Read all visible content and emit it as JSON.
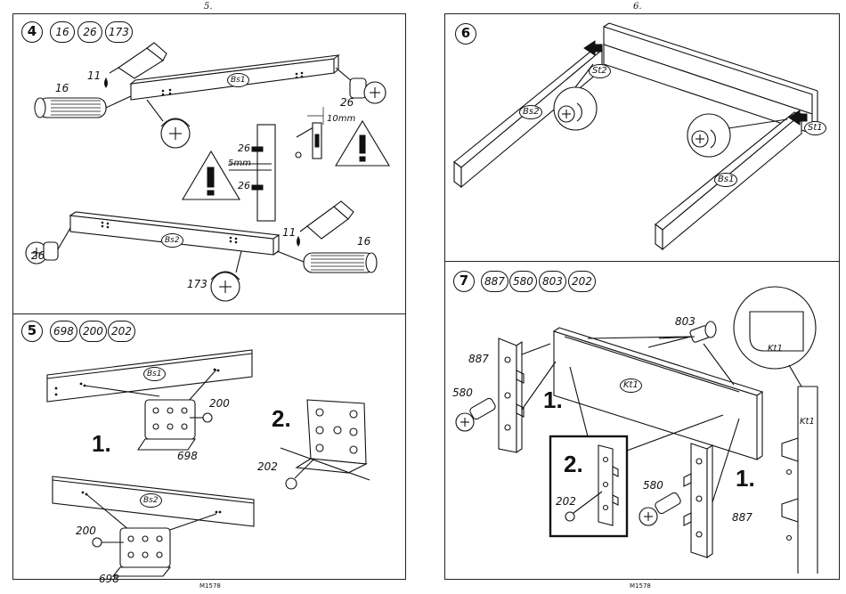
{
  "left_page": {
    "page_number": "5.",
    "footer": "M1578",
    "step4": {
      "number": "4",
      "parts": [
        "16",
        "26",
        "173"
      ],
      "labels": {
        "glue_top": "11",
        "dowel_top": "16",
        "cam_bolt_top": "26",
        "board_top": "Bs1",
        "bolt_a": "26",
        "bolt_b": "26",
        "spacing": "5mm",
        "depth": "10mm",
        "cam_bolt_bottom": "26",
        "board_bottom": "Bs2",
        "glue_bottom": "11",
        "dowel_bottom": "16",
        "cam_lock_bottom": "173"
      },
      "icons": [
        "glue-bottle-icon",
        "wooden-dowel-icon",
        "cam-bolt-icon",
        "cam-lock-icon",
        "warning-triangle-icon"
      ]
    },
    "step5": {
      "number": "5",
      "parts": [
        "698",
        "200",
        "202"
      ],
      "labels": {
        "board_top": "Bs1",
        "screw_top": "200",
        "bracket_top": "698",
        "sub1": "1.",
        "sub2": "2.",
        "screw_right": "202",
        "board_bottom": "Bs2",
        "screw_bottom": "200",
        "bracket_bottom": "698"
      },
      "icons": [
        "corner-bracket-icon",
        "screw-icon"
      ]
    }
  },
  "right_page": {
    "page_number": "6.",
    "footer": "M1578",
    "step6": {
      "number": "6",
      "labels": {
        "st2": "St2",
        "bs2": "Bs2",
        "st1": "St1",
        "bs1": "Bs1"
      },
      "icons": [
        "cam-lock-turn-icon",
        "insert-arrow-icon"
      ]
    },
    "step7": {
      "number": "7",
      "parts": [
        "887",
        "580",
        "803",
        "202"
      ],
      "labels": {
        "bolt_top": "803",
        "hook_left": "887",
        "bolt_left": "580",
        "sub1_left": "1.",
        "board": "Kt1",
        "sub2": "2.",
        "screw": "202",
        "bolt_right": "580",
        "sub1_right": "1.",
        "hook_right": "887",
        "zoom_board": "Kt1",
        "side_board": "Kt1"
      },
      "icons": [
        "hook-bracket-icon",
        "screw-icon",
        "bolt-icon",
        "zoom-detail-icon"
      ]
    }
  }
}
